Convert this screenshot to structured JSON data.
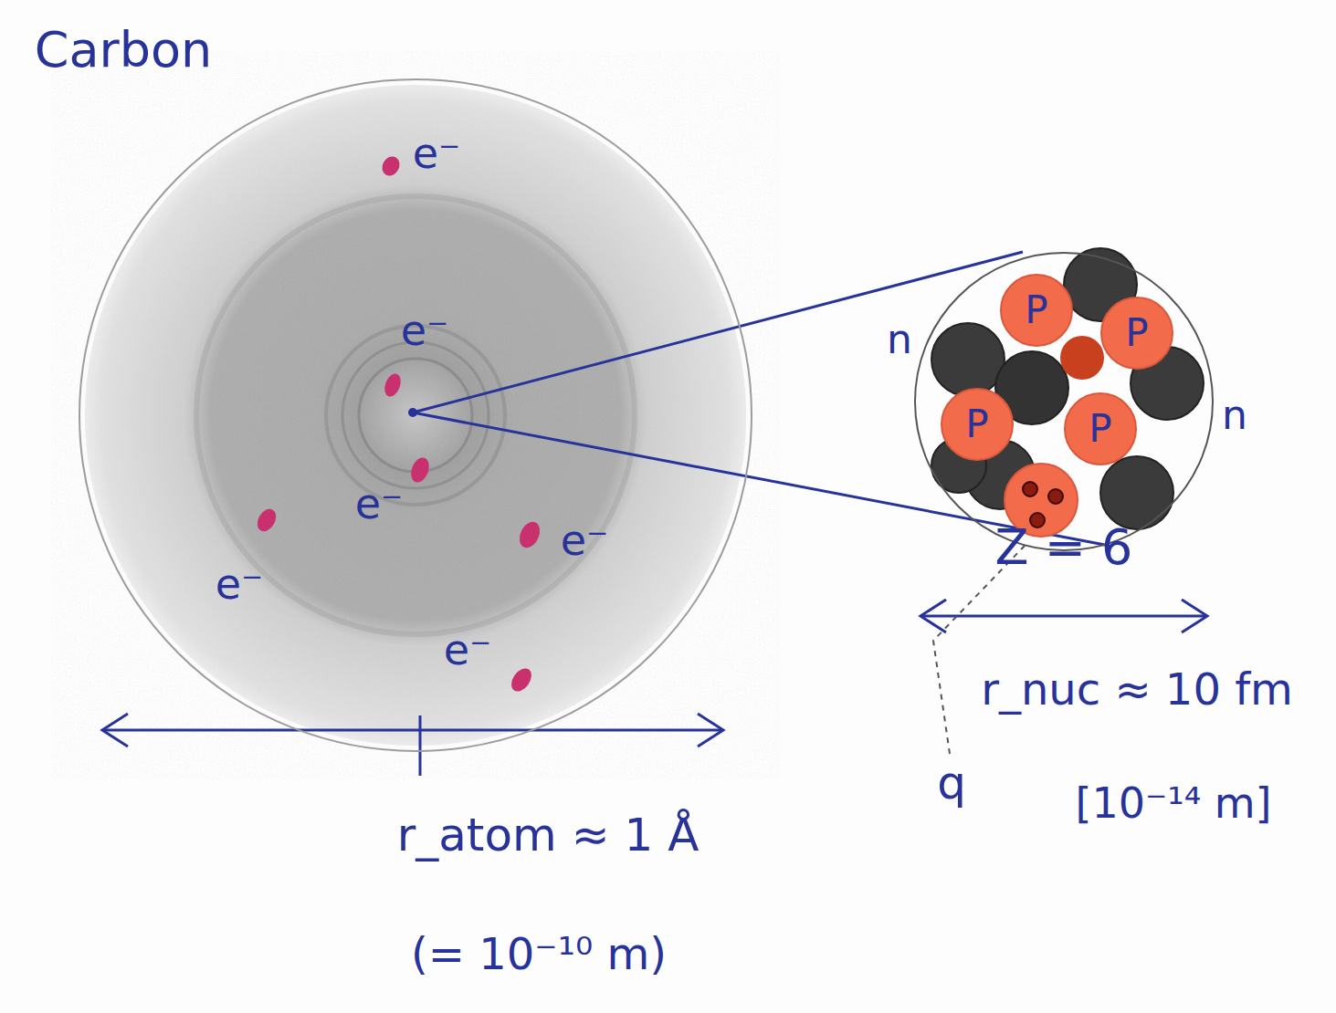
{
  "diagram": {
    "title": "Carbon",
    "nodes": [
      {
        "text": [
          "e⁻",
          "e⁻",
          "e⁻",
          "e⁻",
          "e⁻",
          "e⁻"
        ]
      },
      {
        "text": [
          "Z = 6"
        ]
      },
      {
        "text": [
          "P"
        ],
        "in": 1
      },
      {
        "text": [
          "P"
        ],
        "in": 1
      },
      {
        "text": [
          "P"
        ],
        "in": 1
      },
      {
        "text": [
          "P"
        ],
        "in": 1
      }
    ],
    "labels": [
      "n",
      "n",
      "r_atom ≈ 1 Å",
      "(= 10⁻¹⁰ m)",
      "r_nuc ≈ 10 fm",
      "q",
      "[10⁻¹⁴ m]"
    ]
  }
}
